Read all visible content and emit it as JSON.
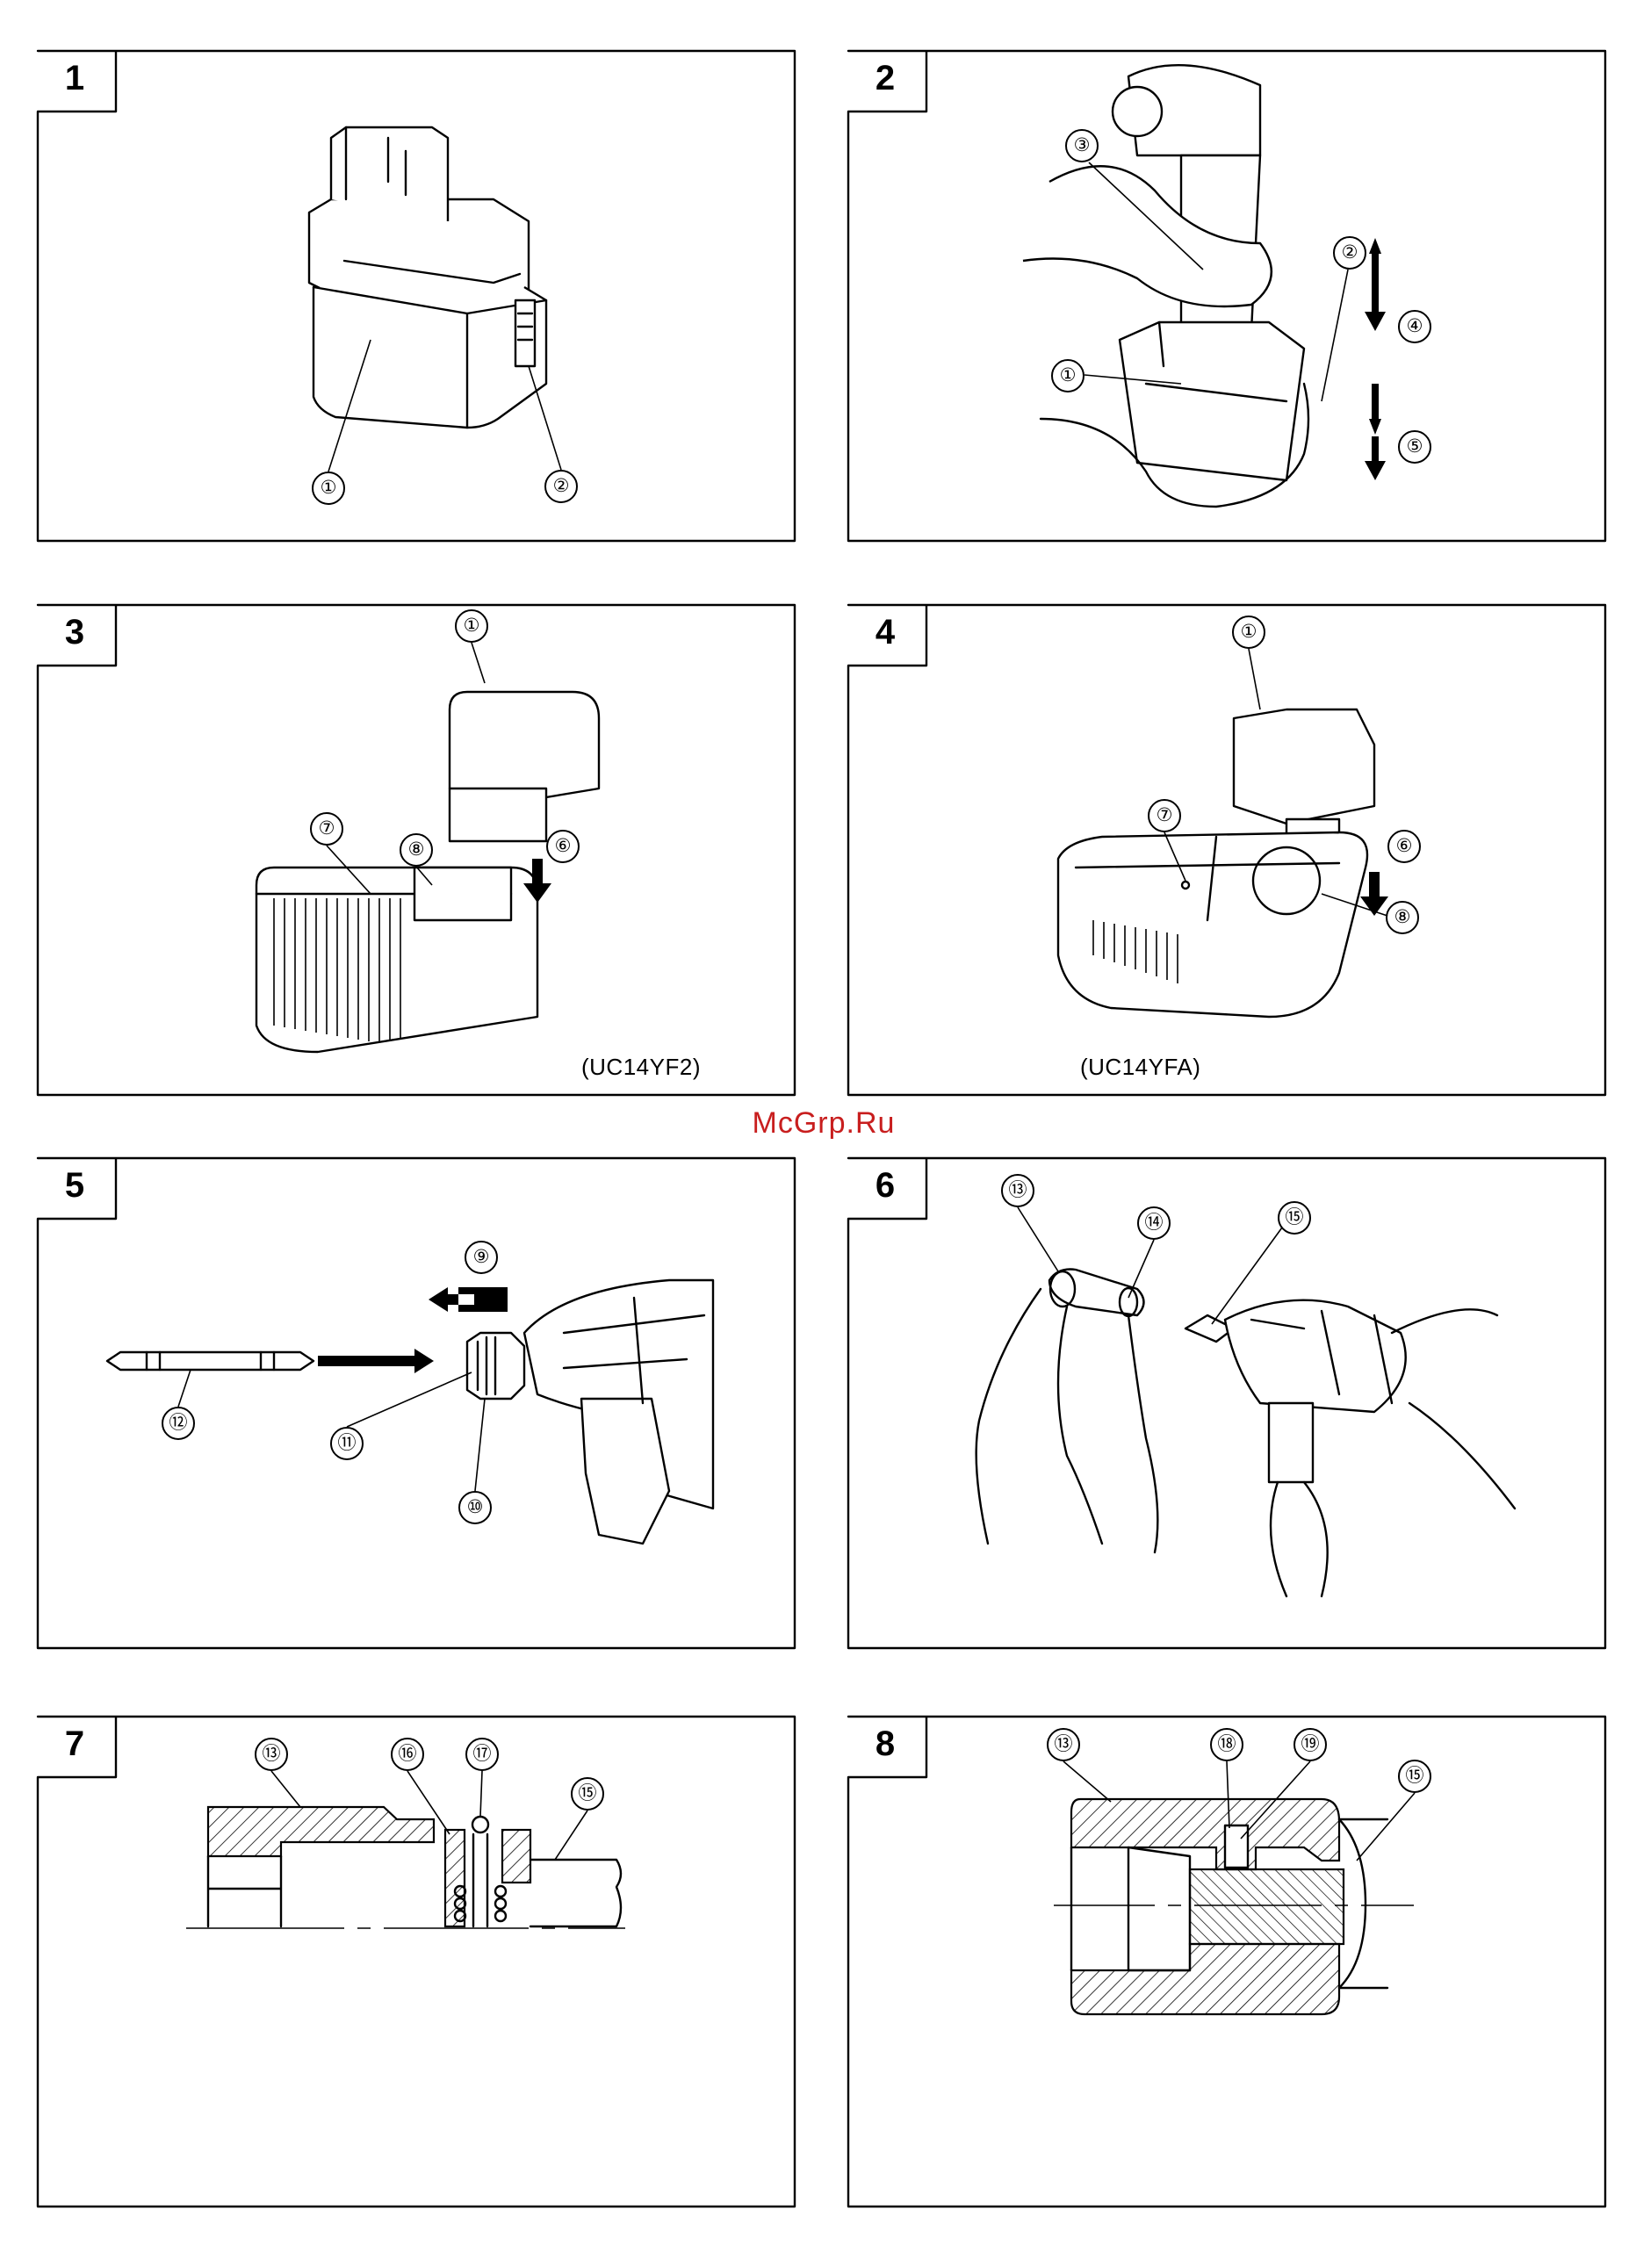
{
  "watermark": "McGrp.Ru",
  "colors": {
    "line": "#000000",
    "background": "#ffffff",
    "watermark": "#c81e1e"
  },
  "figures": [
    {
      "number": "1",
      "callouts": [
        "①",
        "②"
      ]
    },
    {
      "number": "2",
      "callouts": [
        "①",
        "②",
        "③",
        "④",
        "⑤"
      ]
    },
    {
      "number": "3",
      "callouts": [
        "①",
        "⑥",
        "⑦",
        "⑧"
      ],
      "model": "(UC14YF2)"
    },
    {
      "number": "4",
      "callouts": [
        "①",
        "⑥",
        "⑦",
        "⑧"
      ],
      "model": "(UC14YFA)"
    },
    {
      "number": "5",
      "callouts": [
        "⑨",
        "⑩",
        "⑪",
        "⑫"
      ]
    },
    {
      "number": "6",
      "callouts": [
        "⑬",
        "⑭",
        "⑮"
      ]
    },
    {
      "number": "7",
      "callouts": [
        "⑬",
        "⑮",
        "⑯",
        "⑰"
      ]
    },
    {
      "number": "8",
      "callouts": [
        "⑬",
        "⑮",
        "⑱",
        "⑲"
      ]
    }
  ]
}
